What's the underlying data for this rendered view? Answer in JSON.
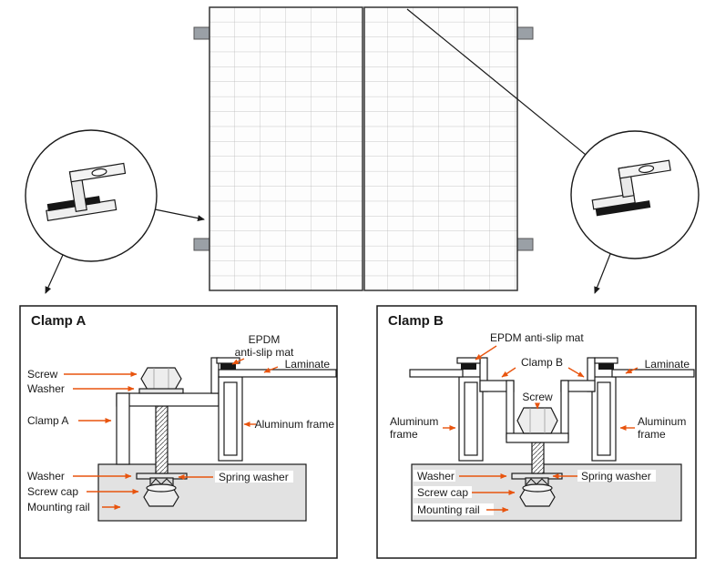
{
  "diagram": {
    "panel_section": {
      "panel_count": 2
    },
    "clamp_a": {
      "title": "Clamp A",
      "labels": {
        "screw": "Screw",
        "washer_top": "Washer",
        "clamp": "Clamp A",
        "epdm_line1": "EPDM",
        "epdm_line2": "anti-slip mat",
        "laminate": "Laminate",
        "aluminum_frame": "Aluminum frame",
        "washer_bottom": "Washer",
        "spring_washer": "Spring washer",
        "screw_cap": "Screw cap",
        "mounting_rail": "Mounting rail"
      }
    },
    "clamp_b": {
      "title": "Clamp B",
      "labels": {
        "epdm": "EPDM anti-slip mat",
        "clamp": "Clamp B",
        "laminate": "Laminate",
        "screw": "Screw",
        "aluminum_frame_left_line1": "Aluminum",
        "aluminum_frame_left_line2": "frame",
        "aluminum_frame_right_line1": "Aluminum",
        "aluminum_frame_right_line2": "frame",
        "washer": "Washer",
        "spring_washer": "Spring washer",
        "screw_cap": "Screw cap",
        "mounting_rail": "Mounting rail"
      }
    },
    "colors": {
      "leader_arrow": "#e8540e",
      "outline": "#1a1a1a",
      "rail_fill": "#e2e2e2",
      "epdm_fill": "#161616",
      "metal_fill": "#ededed",
      "grid_line": "#b5b5b5"
    }
  }
}
